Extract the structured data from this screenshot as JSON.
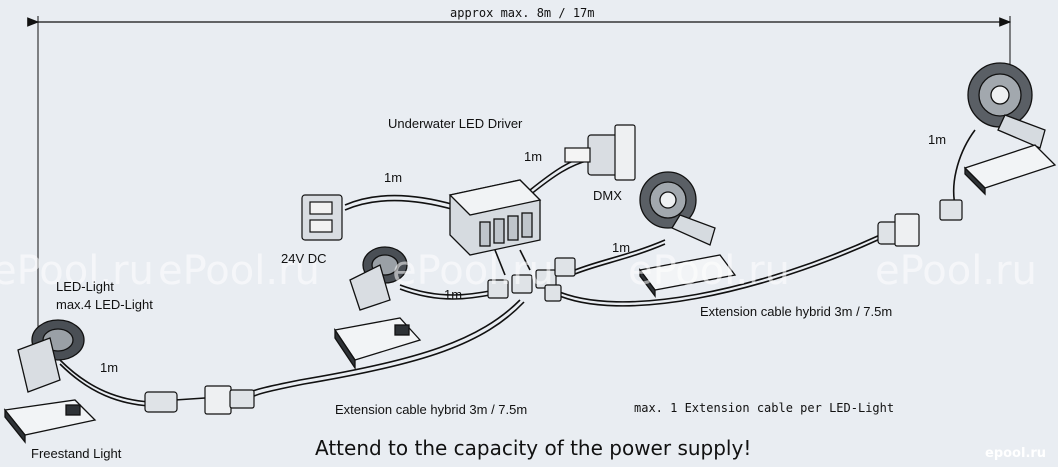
{
  "dimension": "approx max. 8m / 17m",
  "labels": {
    "driver": "Underwater LED Driver",
    "dc": "24V DC",
    "dmx": "DMX",
    "led_light_line1": "LED-Light",
    "led_light_line2": "max.4 LED-Light",
    "freestand": "Freestand Light",
    "ext_cable_right": "Extension cable hybrid 3m / 7.5m",
    "ext_cable_bottom": "Extension cable hybrid 3m / 7.5m",
    "max_ext": "max. 1 Extension cable per LED-Light",
    "cable_1m_a": "1m",
    "cable_1m_b": "1m",
    "cable_1m_c": "1m",
    "cable_1m_d": "1m",
    "cable_1m_e": "1m"
  },
  "footer": "Attend to the capacity of the power supply!",
  "watermarks": [
    "ePool.ru",
    "ePool.ru",
    "ePool.ru",
    "ePool.ru",
    "ePool.ru"
  ],
  "brand": "epool.ru"
}
